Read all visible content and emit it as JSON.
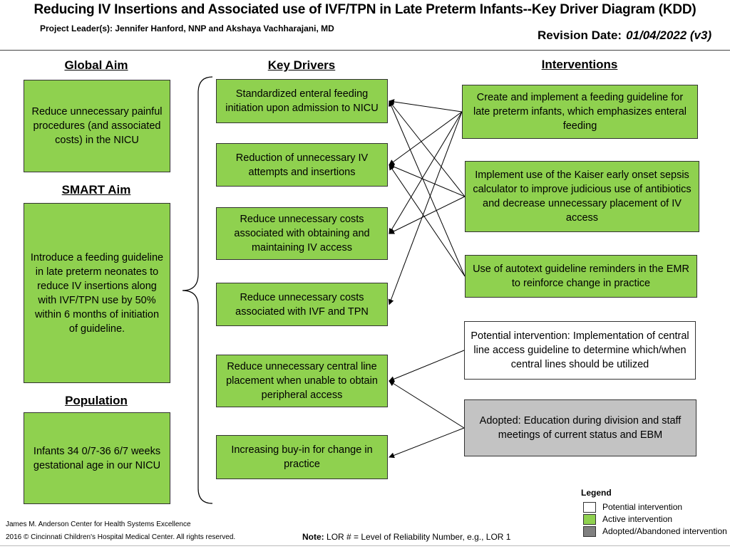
{
  "header": {
    "title": "Reducing IV Insertions and Associated use of IVF/TPN in Late Preterm Infants--Key Driver Diagram (KDD)",
    "project_leaders": "Project Leader(s): Jennifer Hanford, NNP and Akshaya Vachharajani, MD",
    "revision_label": "Revision Date:",
    "revision_date": "01/04/2022 (v3)"
  },
  "aims": {
    "global_heading": "Global Aim",
    "global_text": "Reduce unnecessary painful procedures (and associated costs) in the NICU",
    "smart_heading": "SMART Aim",
    "smart_text": "Introduce a feeding guideline in late preterm neonates to reduce IV insertions along with IVF/TPN use by 50% within 6 months of initiation of guideline.",
    "population_heading": "Population",
    "population_text": "Infants 34 0/7-36 6/7 weeks gestational age in our NICU"
  },
  "key_drivers": {
    "heading": "Key Drivers",
    "items": [
      "Standardized enteral feeding initiation upon admission to NICU",
      "Reduction of unnecessary IV attempts and insertions",
      "Reduce unnecessary costs associated with obtaining and maintaining IV access",
      "Reduce unnecessary costs associated with IVF and TPN",
      "Reduce unnecessary central line placement when unable to obtain peripheral access",
      "Increasing buy-in for change in practice"
    ]
  },
  "interventions": {
    "heading": "Interventions",
    "items": [
      {
        "text": "Create and implement a feeding guideline for late preterm infants, which emphasizes enteral feeding",
        "status": "active"
      },
      {
        "text": "Implement use of the Kaiser early onset sepsis calculator to improve judicious use of antibiotics and decrease unnecessary placement of IV access",
        "status": "active"
      },
      {
        "text": "Use of autotext guideline reminders in the EMR to reinforce change in practice",
        "status": "active"
      },
      {
        "text": "Potential intervention: Implementation of central line access guideline to determine which/when central lines should be utilized",
        "status": "potential"
      },
      {
        "text": "Adopted: Education during division and staff meetings of current status and EBM",
        "status": "adopted"
      }
    ]
  },
  "links": [
    [
      0,
      0
    ],
    [
      0,
      1
    ],
    [
      0,
      2
    ],
    [
      0,
      3
    ],
    [
      1,
      0
    ],
    [
      1,
      1
    ],
    [
      1,
      2
    ],
    [
      2,
      0
    ],
    [
      2,
      1
    ],
    [
      3,
      4
    ],
    [
      4,
      4
    ],
    [
      4,
      5
    ]
  ],
  "legend": {
    "title": "Legend",
    "items": [
      {
        "label": "Potential intervention",
        "color": "#ffffff"
      },
      {
        "label": "Active intervention",
        "color": "#8fd14f"
      },
      {
        "label": "Adopted/Abandoned intervention",
        "color": "#808080"
      }
    ]
  },
  "footer": {
    "line1": "James M. Anderson Center for Health Systems Excellence",
    "line2": "2016 © Cincinnati Children's Hospital Medical Center. All rights reserved.",
    "note_label": "Note:",
    "note_text": "LOR # = Level of Reliability Number, e.g., LOR 1"
  },
  "colors": {
    "active": "#8fd14f",
    "potential": "#ffffff",
    "adopted_box": "#c3c3c3",
    "adopted_legend": "#808080",
    "line": "#000000"
  }
}
